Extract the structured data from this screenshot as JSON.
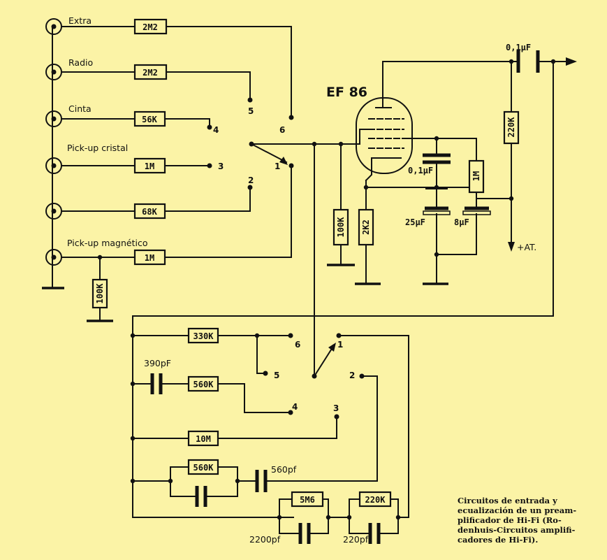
{
  "inputs": [
    "Extra",
    "Radio",
    "Cinta",
    "Pick-up cristal",
    "",
    "Pick-up magnético"
  ],
  "input_resistors": [
    "2M2",
    "2M2",
    "56K",
    "1M",
    "68K",
    "1M"
  ],
  "selector_top_positions": [
    "5",
    "6",
    "4",
    "3",
    "1",
    "2"
  ],
  "tube": {
    "name": "EF 86"
  },
  "tube_components": {
    "output_cap": "0,1µF",
    "plate_resistor": "220K",
    "screen_resistor": "1M",
    "screen_cap": "0,1µF",
    "grid_resistor": "100K",
    "cathode_resistor": "2K2",
    "cathode_cap": "25µF",
    "filter_cap": "8µF",
    "supply": "+AT.",
    "input_load": "100K"
  },
  "eq_components": {
    "r_330k": "330K",
    "c_390pf": "390pF",
    "r_560k_a": "560K",
    "r_10m": "10M",
    "r_560k_b": "560K",
    "c_560pf": "560pf",
    "r_5m6": "5M6",
    "r_220k": "220K",
    "c_2200pf": "2200pf",
    "c_220pf": "220pf"
  },
  "selector_bottom_positions": [
    "6",
    "1",
    "5",
    "2",
    "4",
    "3"
  ],
  "caption": [
    "Circuitos de entrada y",
    "ecualización de un pream-",
    "plificador de Hi-Fi (Ro-",
    "denhuis-Circuitos amplifi-",
    "cadores de Hi-Fi)."
  ]
}
